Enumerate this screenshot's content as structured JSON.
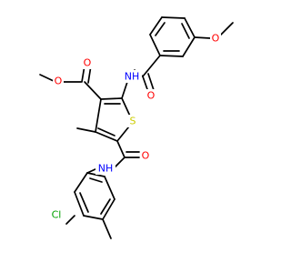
{
  "molecule": {
    "atom_labels": {
      "ester_carbonyl_oxygen": "O",
      "ester_ether_oxygen": "O",
      "amide_nh_top": "NH",
      "benzoyl_carbonyl_oxygen": "O",
      "methoxy_oxygen": "O",
      "thiophene_sulfur": "S",
      "carboxamide_oxygen": "O",
      "amide_nh_bottom": "NH",
      "chlorine": "Cl"
    },
    "colors": {
      "bond": "#000000",
      "oxygen": "#ff0000",
      "nitrogen": "#0000ff",
      "sulfur": "#cccc00",
      "chlorine": "#00a000"
    }
  }
}
